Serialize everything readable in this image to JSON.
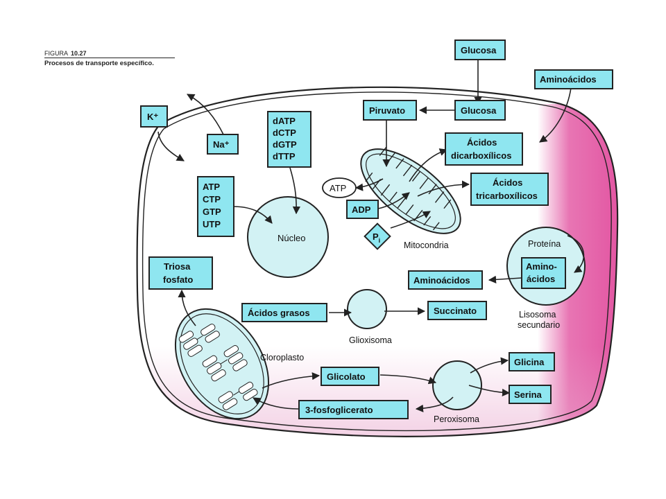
{
  "caption": {
    "figure_label": "FIGURA",
    "figure_number": "10.27",
    "title": "Procesos de transporte específico."
  },
  "boxes": {
    "k": "K⁺",
    "na": "Na⁺",
    "dntp": [
      "dATP",
      "dCTP",
      "dGTP",
      "dTTP"
    ],
    "ntp": [
      "ATP",
      "CTP",
      "GTP",
      "UTP"
    ],
    "glucosa_out": "Glucosa",
    "glucosa_in": "Glucosa",
    "piruvato": "Piruvato",
    "aminoacidos_out": "Aminoácidos",
    "dicarboxilicos": [
      "Ácidos",
      "dicarboxílicos"
    ],
    "tricarboxilicos": [
      "Ácidos",
      "tricarboxílicos"
    ],
    "atp": "ATP",
    "adp": "ADP",
    "pi": "P",
    "pi_sub": "i",
    "triosa": [
      "Triosa",
      "fosfato"
    ],
    "aminoacidos_in": "Aminoácidos",
    "amino_lys": [
      "Amino-",
      "ácidos"
    ],
    "acidos_grasos": "Ácidos grasos",
    "succinato": "Succinato",
    "glicolato": "Glicolato",
    "fosfoglicerato": "3-fosfoglicerato",
    "glicina": "Glicina",
    "serina": "Serina"
  },
  "labels": {
    "nucleo": "Núcleo",
    "mitocondria": "Mitocondria",
    "proteina": "Proteína",
    "lisosoma": [
      "Lisosoma",
      "secundario"
    ],
    "glioxisoma": "Glioxisoma",
    "cloroplasto": "Cloroplasto",
    "peroxisoma": "Peroxisoma"
  },
  "colors": {
    "box_fill": "#8fe6f0",
    "organelle_fill": "#d2f2f4",
    "membrane_stain": "#e0479a",
    "outline": "#222222"
  }
}
